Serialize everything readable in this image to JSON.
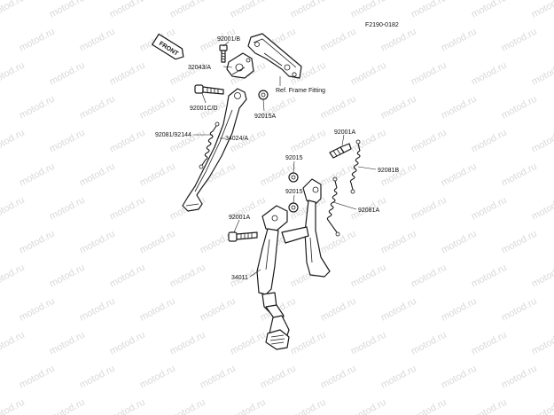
{
  "diagram_code": "F2190-0182",
  "front_badge": "FRONT",
  "watermark": "motod.ru",
  "labels": {
    "p92001B": "92001/B",
    "p32043A": "32043/A",
    "p92001CD": "92001C/D",
    "p92015A": "92015A",
    "ref_frame": "Ref. Frame Fitting",
    "p92081_92144": "92081/92144",
    "p34024A": "34024/A",
    "p92015_top": "92015",
    "p92015_mid": "92015",
    "p92001A_right": "92001A",
    "p92081B": "92081B",
    "p92081A": "92081A",
    "p92001A_left": "92001A",
    "p34011": "34011"
  }
}
